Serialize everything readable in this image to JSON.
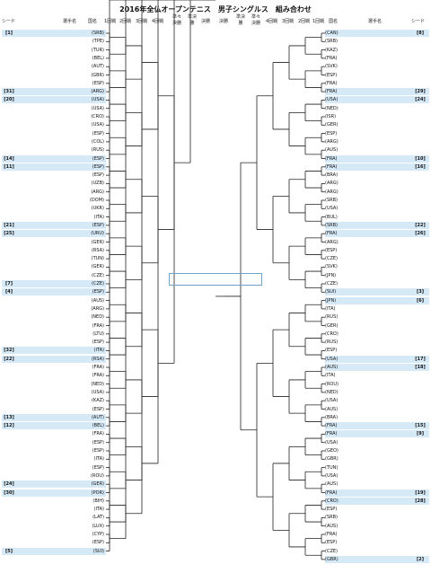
{
  "title": "2016年全仏オープンテニス　男子シングルス　組み合わせ",
  "headers": {
    "left": {
      "seed": "シード",
      "name": "選手名",
      "country": "国名",
      "r1": "1回戦",
      "r2": "2回戦",
      "r3": "3回戦",
      "r4": "4回戦",
      "qf": "準々決勝",
      "sf": "準決勝",
      "f": "決勝"
    },
    "right": {
      "f": "決勝",
      "sf": "準決勝",
      "qf": "準々決勝",
      "r4": "4回戦",
      "r3": "3回戦",
      "r2": "2回戦",
      "r1": "1回戦",
      "country": "国名",
      "name": "選手名",
      "seed": "シード"
    }
  },
  "left": [
    {
      "seed": "[1]",
      "name": "",
      "country": "(SRB)"
    },
    {
      "seed": "",
      "name": "",
      "country": "(TPE)"
    },
    {
      "seed": "",
      "name": "",
      "country": "(TUR)"
    },
    {
      "seed": "",
      "name": "",
      "country": "(BEL)"
    },
    {
      "seed": "",
      "name": "",
      "country": "(AUT)"
    },
    {
      "seed": "",
      "name": "",
      "country": "(GBR)"
    },
    {
      "seed": "",
      "name": "",
      "country": "(ESP)"
    },
    {
      "seed": "[31]",
      "name": "",
      "country": "(ARG)"
    },
    {
      "seed": "[20]",
      "name": "",
      "country": "(USA)"
    },
    {
      "seed": "",
      "name": "",
      "country": "(USA)"
    },
    {
      "seed": "",
      "name": "",
      "country": "(CRO)"
    },
    {
      "seed": "",
      "name": "",
      "country": "(USA)"
    },
    {
      "seed": "",
      "name": "",
      "country": "(ESP)"
    },
    {
      "seed": "",
      "name": "",
      "country": "(COL)"
    },
    {
      "seed": "",
      "name": "",
      "country": "(RUS)"
    },
    {
      "seed": "[14]",
      "name": "",
      "country": "(ESP)"
    },
    {
      "seed": "[11]",
      "name": "",
      "country": "(ESP)"
    },
    {
      "seed": "",
      "name": "",
      "country": "(ESP)"
    },
    {
      "seed": "",
      "name": "",
      "country": "(UZB)"
    },
    {
      "seed": "",
      "name": "",
      "country": "(ARG)"
    },
    {
      "seed": "",
      "name": "",
      "country": "(DOM)"
    },
    {
      "seed": "",
      "name": "",
      "country": "(UKR)"
    },
    {
      "seed": "",
      "name": "",
      "country": "(ITA)"
    },
    {
      "seed": "[21]",
      "name": "",
      "country": "(ESP)"
    },
    {
      "seed": "[25]",
      "name": "",
      "country": "(URU)"
    },
    {
      "seed": "",
      "name": "",
      "country": "(GER)"
    },
    {
      "seed": "",
      "name": "",
      "country": "(RSA)"
    },
    {
      "seed": "",
      "name": "",
      "country": "(TUN)"
    },
    {
      "seed": "",
      "name": "",
      "country": "(GER)"
    },
    {
      "seed": "",
      "name": "",
      "country": "(CZE)"
    },
    {
      "seed": "[7]",
      "name": "",
      "country": "(CZE)"
    },
    {
      "seed": "[4]",
      "name": "",
      "country": "(ESP)"
    },
    {
      "seed": "",
      "name": "",
      "country": "(AUS)"
    },
    {
      "seed": "",
      "name": "",
      "country": "(ARG)"
    },
    {
      "seed": "",
      "name": "",
      "country": "(NED)"
    },
    {
      "seed": "",
      "name": "",
      "country": "(FRA)"
    },
    {
      "seed": "",
      "name": "",
      "country": "(LTU)"
    },
    {
      "seed": "",
      "name": "",
      "country": "(ESP)"
    },
    {
      "seed": "[32]",
      "name": "",
      "country": "(ITA)"
    },
    {
      "seed": "[22]",
      "name": "",
      "country": "(RSA)"
    },
    {
      "seed": "",
      "name": "",
      "country": "(FRA)"
    },
    {
      "seed": "",
      "name": "",
      "country": "(FRA)"
    },
    {
      "seed": "",
      "name": "",
      "country": "(NED)"
    },
    {
      "seed": "",
      "name": "",
      "country": "(USA)"
    },
    {
      "seed": "",
      "name": "",
      "country": "(KAZ)"
    },
    {
      "seed": "",
      "name": "",
      "country": "(ESP)"
    },
    {
      "seed": "[13]",
      "name": "",
      "country": "(AUT)"
    },
    {
      "seed": "[12]",
      "name": "",
      "country": "(BEL)"
    },
    {
      "seed": "",
      "name": "",
      "country": "(FRA)"
    },
    {
      "seed": "",
      "name": "",
      "country": "(ESP)"
    },
    {
      "seed": "",
      "name": "",
      "country": "(ESP)"
    },
    {
      "seed": "",
      "name": "",
      "country": "(ITA)"
    },
    {
      "seed": "",
      "name": "",
      "country": "(ESP)"
    },
    {
      "seed": "",
      "name": "",
      "country": "(ROU)"
    },
    {
      "seed": "[24]",
      "name": "",
      "country": "(GER)"
    },
    {
      "seed": "[30]",
      "name": "",
      "country": "(POR)"
    },
    {
      "seed": "",
      "name": "",
      "country": "(BIH)"
    },
    {
      "seed": "",
      "name": "",
      "country": "(ITA)"
    },
    {
      "seed": "",
      "name": "",
      "country": "(LAT)"
    },
    {
      "seed": "",
      "name": "",
      "country": "(LUX)"
    },
    {
      "seed": "",
      "name": "",
      "country": "(CYP)"
    },
    {
      "seed": "",
      "name": "",
      "country": "(ESP)"
    },
    {
      "seed": "[5]",
      "name": "",
      "country": "(SUI)"
    }
  ],
  "right": [
    {
      "seed": "[8]",
      "name": "",
      "country": "(CAN)"
    },
    {
      "seed": "",
      "name": "",
      "country": "(SRB)"
    },
    {
      "seed": "",
      "name": "",
      "country": "(KAZ)"
    },
    {
      "seed": "",
      "name": "",
      "country": "(FRA)"
    },
    {
      "seed": "",
      "name": "",
      "country": "(SVK)"
    },
    {
      "seed": "",
      "name": "",
      "country": "(ESP)"
    },
    {
      "seed": "",
      "name": "",
      "country": "(FRA)"
    },
    {
      "seed": "[29]",
      "name": "",
      "country": "(FRA)"
    },
    {
      "seed": "[24]",
      "name": "",
      "country": "(USA)"
    },
    {
      "seed": "",
      "name": "",
      "country": "(NED)"
    },
    {
      "seed": "",
      "name": "",
      "country": "(ISR)"
    },
    {
      "seed": "",
      "name": "",
      "country": "(GER)"
    },
    {
      "seed": "",
      "name": "",
      "country": "(ESP)"
    },
    {
      "seed": "",
      "name": "",
      "country": "(ARG)"
    },
    {
      "seed": "",
      "name": "",
      "country": "(AUS)"
    },
    {
      "seed": "[10]",
      "name": "",
      "country": "(FRA)"
    },
    {
      "seed": "[16]",
      "name": "",
      "country": "(FRA)"
    },
    {
      "seed": "",
      "name": "",
      "country": "(BRA)"
    },
    {
      "seed": "",
      "name": "",
      "country": "(ARG)"
    },
    {
      "seed": "",
      "name": "",
      "country": "(ARG)"
    },
    {
      "seed": "",
      "name": "",
      "country": "(SRB)"
    },
    {
      "seed": "",
      "name": "",
      "country": "(USA)"
    },
    {
      "seed": "",
      "name": "",
      "country": "(BUL)"
    },
    {
      "seed": "[22]",
      "name": "",
      "country": "(SRB)"
    },
    {
      "seed": "[26]",
      "name": "",
      "country": "(FRA)"
    },
    {
      "seed": "",
      "name": "",
      "country": "(ARG)"
    },
    {
      "seed": "",
      "name": "",
      "country": "(ESP)"
    },
    {
      "seed": "",
      "name": "",
      "country": "(CZE)"
    },
    {
      "seed": "",
      "name": "",
      "country": "(SVK)"
    },
    {
      "seed": "",
      "name": "",
      "country": "(JPN)"
    },
    {
      "seed": "",
      "name": "",
      "country": "(CZE)"
    },
    {
      "seed": "[3]",
      "name": "",
      "country": "(SUI)"
    },
    {
      "seed": "[6]",
      "name": "",
      "country": "(JPN)"
    },
    {
      "seed": "",
      "name": "",
      "country": "(ITA)"
    },
    {
      "seed": "",
      "name": "",
      "country": "(RUS)"
    },
    {
      "seed": "",
      "name": "",
      "country": "(GER)"
    },
    {
      "seed": "",
      "name": "",
      "country": "(CRO)"
    },
    {
      "seed": "",
      "name": "",
      "country": "(RUS)"
    },
    {
      "seed": "",
      "name": "",
      "country": "(ESP)"
    },
    {
      "seed": "[17]",
      "name": "",
      "country": "(USA)"
    },
    {
      "seed": "[18]",
      "name": "",
      "country": "(AUS)"
    },
    {
      "seed": "",
      "name": "",
      "country": "(ITA)"
    },
    {
      "seed": "",
      "name": "",
      "country": "(ROU)"
    },
    {
      "seed": "",
      "name": "",
      "country": "(NED)"
    },
    {
      "seed": "",
      "name": "",
      "country": "(USA)"
    },
    {
      "seed": "",
      "name": "",
      "country": "(AUS)"
    },
    {
      "seed": "",
      "name": "",
      "country": "(BRA)"
    },
    {
      "seed": "[15]",
      "name": "",
      "country": "(FRA)"
    },
    {
      "seed": "[9]",
      "name": "",
      "country": "(FRA)"
    },
    {
      "seed": "",
      "name": "",
      "country": "(USA)"
    },
    {
      "seed": "",
      "name": "",
      "country": "(GEO)"
    },
    {
      "seed": "",
      "name": "",
      "country": "(GBR)"
    },
    {
      "seed": "",
      "name": "",
      "country": "(TUN)"
    },
    {
      "seed": "",
      "name": "",
      "country": "(USA)"
    },
    {
      "seed": "",
      "name": "",
      "country": "(AUS)"
    },
    {
      "seed": "[19]",
      "name": "",
      "country": "(FRA)"
    },
    {
      "seed": "[28]",
      "name": "",
      "country": "(CRO)"
    },
    {
      "seed": "",
      "name": "",
      "country": "(ESP)"
    },
    {
      "seed": "",
      "name": "",
      "country": "(SRB)"
    },
    {
      "seed": "",
      "name": "",
      "country": "(AUS)"
    },
    {
      "seed": "",
      "name": "",
      "country": "(FRA)"
    },
    {
      "seed": "",
      "name": "",
      "country": "(ESP)"
    },
    {
      "seed": "",
      "name": "",
      "country": "(CZE)"
    },
    {
      "seed": "[2]",
      "name": "",
      "country": "(GBR)"
    }
  ]
}
